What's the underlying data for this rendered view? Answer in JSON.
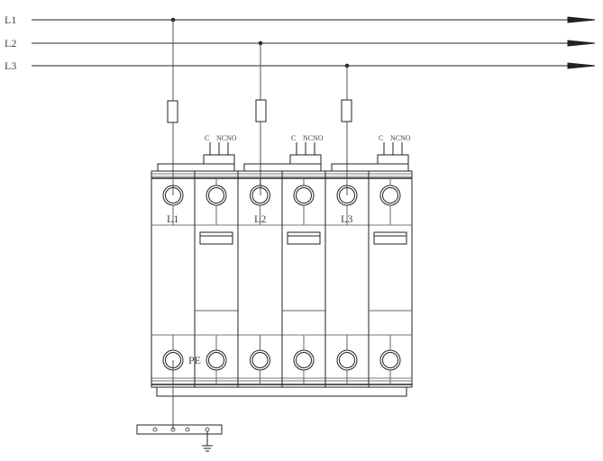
{
  "lines": [
    {
      "label": "L1"
    },
    {
      "label": "L2"
    },
    {
      "label": "L3"
    }
  ],
  "modules": [
    {
      "terminal_label": "L1",
      "contacts": [
        "C",
        "NC",
        "NO"
      ]
    },
    {
      "terminal_label": "L2",
      "contacts": [
        "C",
        "NC",
        "NO"
      ]
    },
    {
      "terminal_label": "L3",
      "contacts": [
        "C",
        "NC",
        "NO"
      ]
    }
  ],
  "pe_label": "PE",
  "colors": {
    "stroke": "#222222",
    "light": "#888888"
  }
}
